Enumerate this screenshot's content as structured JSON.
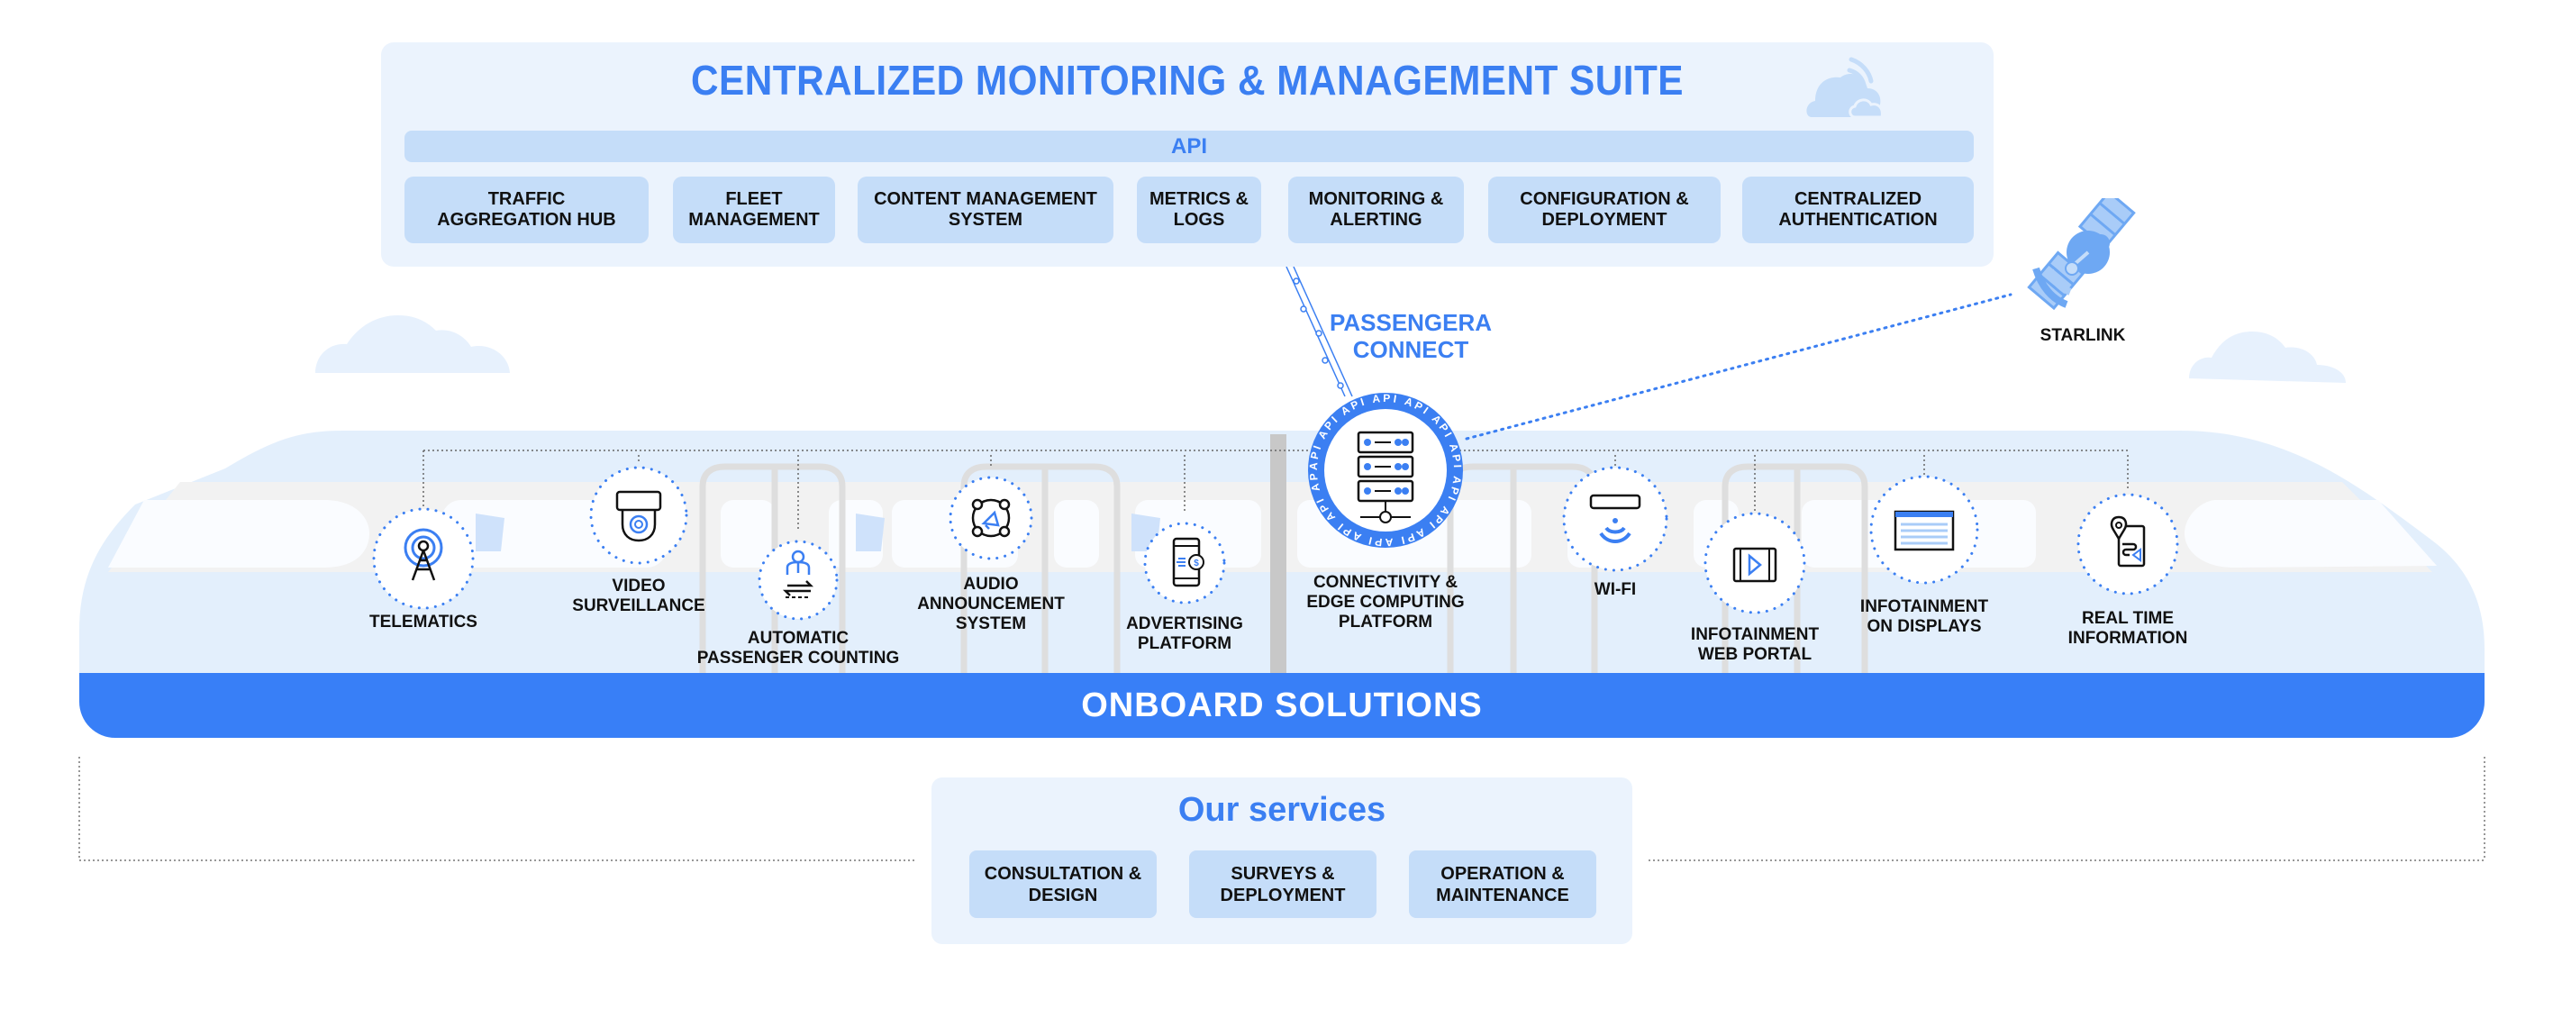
{
  "suite": {
    "title": "CENTRALIZED MONITORING & MANAGEMENT SUITE",
    "api_label": "API",
    "cloud_icon": "cloud-signal-icon",
    "modules": [
      {
        "line1": "TRAFFIC",
        "line2": "AGGREGATION HUB"
      },
      {
        "line1": "FLEET",
        "line2": "MANAGEMENT"
      },
      {
        "line1": "CONTENT MANAGEMENT",
        "line2": "SYSTEM"
      },
      {
        "line1": "METRICS &",
        "line2": "LOGS"
      },
      {
        "line1": "MONITORING &",
        "line2": "ALERTING"
      },
      {
        "line1": "CONFIGURATION &",
        "line2": "DEPLOYMENT"
      },
      {
        "line1": "CENTRALIZED",
        "line2": "AUTHENTICATION"
      }
    ]
  },
  "connect": {
    "line1": "PASSENGERA",
    "line2": "CONNECT",
    "ring_text": "API",
    "icon": "server-rack-icon"
  },
  "starlink": {
    "label": "STARLINK",
    "icon": "satellite-icon"
  },
  "onboard": {
    "band_label": "ONBOARD SOLUTIONS",
    "solutions": [
      {
        "lines": [
          "TELEMATICS"
        ],
        "icon": "antenna-tower-icon"
      },
      {
        "lines": [
          "VIDEO",
          "SURVEILLANCE"
        ],
        "icon": "security-camera-icon"
      },
      {
        "lines": [
          "AUTOMATIC",
          "PASSENGER COUNTING"
        ],
        "icon": "passenger-counting-icon"
      },
      {
        "lines": [
          "AUDIO",
          "ANNOUNCEMENT",
          "SYSTEM"
        ],
        "icon": "megaphone-icon"
      },
      {
        "lines": [
          "ADVERTISING",
          "PLATFORM"
        ],
        "icon": "phone-dollar-icon"
      },
      {
        "lines": [
          "CONNECTIVITY &",
          "EDGE COMPUTING",
          "PLATFORM"
        ],
        "icon": "server-rack-icon"
      },
      {
        "lines": [
          "WI-FI"
        ],
        "icon": "wifi-router-icon"
      },
      {
        "lines": [
          "INFOTAINMENT",
          "WEB PORTAL"
        ],
        "icon": "video-play-icon"
      },
      {
        "lines": [
          "INFOTAINMENT",
          "ON DISPLAYS"
        ],
        "icon": "display-table-icon"
      },
      {
        "lines": [
          "REAL TIME",
          "INFORMATION"
        ],
        "icon": "map-route-icon"
      }
    ]
  },
  "services": {
    "title": "Our services",
    "items": [
      {
        "line1": "CONSULTATION &",
        "line2": "DESIGN"
      },
      {
        "line1": "SURVEYS &",
        "line2": "DEPLOYMENT"
      },
      {
        "line1": "OPERATION &",
        "line2": "MAINTENANCE"
      }
    ]
  },
  "colors": {
    "accent": "#3b7ff2",
    "band": "#387ff7",
    "panel": "#ebf3fd",
    "chip": "#c5ddf9",
    "train_body": "#e3effc"
  }
}
